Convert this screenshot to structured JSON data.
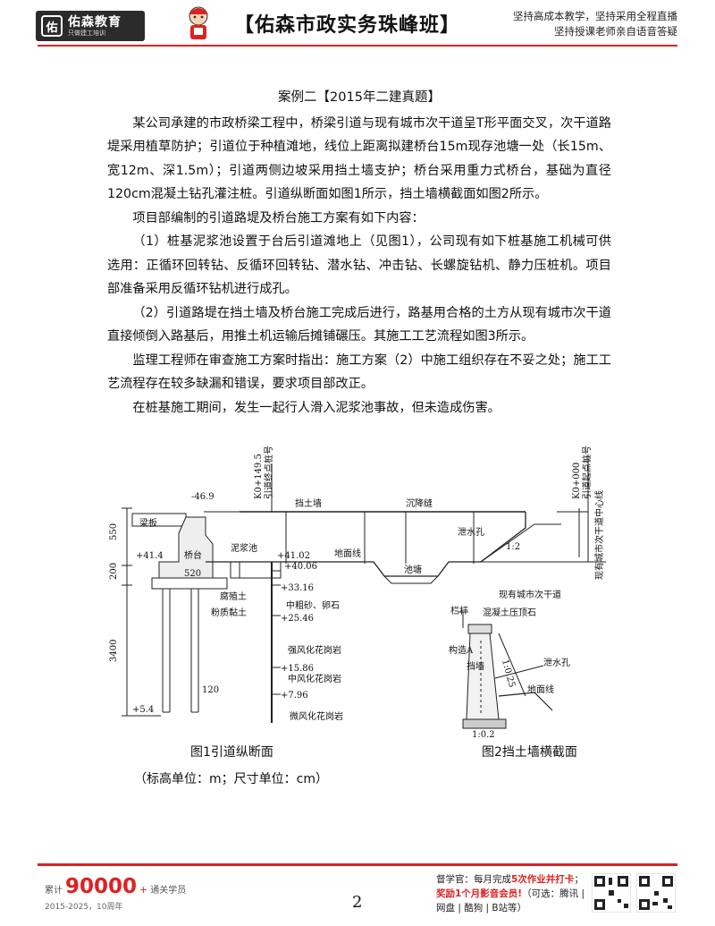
{
  "header": {
    "logo_name": "佑森教育",
    "logo_sub": "只做建工培训",
    "title": "【佑森市政实务珠峰班】",
    "slogan1": "坚持高成本教学，坚持采用全程直播",
    "slogan2": "坚持授课老师亲自语音答疑",
    "accent": "#d22222"
  },
  "case": {
    "title": "案例二【2015年二建真题】",
    "paragraphs": [
      "某公司承建的市政桥梁工程中，桥梁引道与现有城市次干道呈T形平面交叉，次干道路堤采用植草防护；引道位于种植滩地，线位上距离拟建桥台15m现存池塘一处（长15m、宽12m、深1.5m）；引道两侧边坡采用挡土墙支护；桥台采用重力式桥台，基础为直径120cm混凝土钻孔灌注桩。引道纵断面如图1所示，挡土墙横截面如图2所示。",
      "项目部编制的引道路堤及桥台施工方案有如下内容：",
      "（1）桩基泥浆池设置于台后引道滩地上（见图1），公司现有如下桩基施工机械可供选用：正循环回转钻、反循环回转钻、潜水钻、冲击钻、长螺旋钻机、静力压桩机。项目部准备采用反循环钻机进行成孔。",
      "（2）引道路堤在挡土墙及桥台施工完成后进行，路基用合格的土方从现有城市次干道直接倾倒入路基后，用推土机运输后摊铺碾压。其施工工艺流程如图3所示。",
      "监理工程师在审查施工方案时指出：施工方案（2）中施工组织存在不妥之处；施工工艺流程存在较多缺漏和错误，要求项目部改正。",
      "在桩基施工期间，发生一起行人滑入泥浆池事故，但未造成伤害。"
    ]
  },
  "fig1": {
    "caption": "图1引道纵断面",
    "left_stake": "K0+149.5",
    "left_stake_label": "引道终点桩号",
    "right_stake": "K0+000",
    "right_stake_label": "引道起点桩号",
    "road_label": "现有城市次干道中心线",
    "road_name": "现有城市次干道",
    "elev_top": "-46.9",
    "dim_550": "550",
    "dim_200": "200",
    "dim_3400": "3400",
    "dim_520": "520",
    "dim_120": "120",
    "beam": "梁板",
    "abutment": "桥台",
    "mud_pit": "泥浆池",
    "wall": "挡土墙",
    "settle_joint": "沉降缝",
    "drain_hole": "泄水孔",
    "ground_line": "地面线",
    "pond": "池塘",
    "slope": "1:2",
    "e_414": "+41.4",
    "e_4102": "+41.02",
    "e_4006": "+40.06",
    "e_3316": "+33.16",
    "e_2546": "+25.46",
    "e_1586": "+15.86",
    "e_796": "+7.96",
    "e_54": "+5.4",
    "soil1": "腐殖土",
    "soil2": "粉质黏土",
    "soil3": "中粗砂、卵石",
    "soil4": "强风化花岗岩",
    "soil5": "中风化花岗岩",
    "soil6": "微风化花岗岩"
  },
  "fig2": {
    "caption": "图2挡土墙横截面",
    "railing": "栏杆",
    "coping": "混凝土压顶石",
    "structure_a": "构造A",
    "wall": "挡墙",
    "drain_hole": "泄水孔",
    "ground_line": "地面线",
    "slope": "1:0.25",
    "dim": "1:0.2"
  },
  "units_note": "（标高单位：m；尺寸单位：cm）",
  "footer": {
    "prefix": "累计",
    "count": "90000",
    "plus": "+",
    "suffix": "通关学员",
    "years": "2015-2025，10周年",
    "page": "2",
    "line1_a": "督学官：每月完成",
    "line1_b": "5次作业并打卡",
    "line1_c": "；",
    "line2_a": "奖励1个月影音会员!",
    "line2_b": "（可选：腾讯 |",
    "line3": "网盘 | 酷狗 | B站等）"
  }
}
